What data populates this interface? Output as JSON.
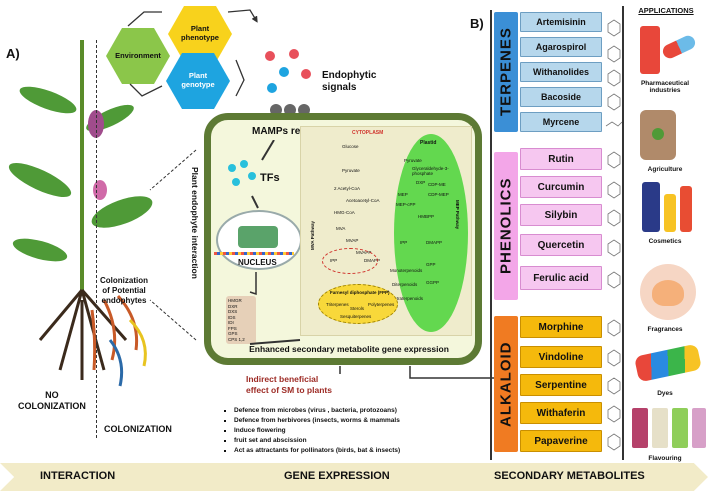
{
  "panel_a_label": "A)",
  "panel_b_label": "B)",
  "hexagons": {
    "environment": "Environment",
    "phenotype": "Plant\nphenotype",
    "genotype": "Plant\ngenotype"
  },
  "endophytic_signals": "Endophytic\nsignals",
  "mamps_receptors": "MAMPs receptors",
  "tfs": "TFs",
  "nucleus": "NUCLEUS",
  "plant_endophyte_interaction": "Plant endophyte interaction",
  "colonization_potential": "Colonization\nof Potential\nendophytes",
  "no_colonization": "NO\nCOLONIZATION",
  "colonization": "COLONIZATION",
  "enzyme_list": [
    "HMGR",
    "DXR",
    "DXS",
    "IDS",
    "IDI",
    "FPS",
    "GPS",
    "CPS 1,2"
  ],
  "cytoplasm": "CYTOPLASM",
  "plastid": "Plastid",
  "mva_pathway": "MVA Pathway",
  "mep_pathway": "MEP Pathway",
  "mva_nodes": [
    "Glucose",
    "Pyruvate",
    "2 Acetyl-CoA",
    "Acetoacetyl-CoA",
    "HMG-CoA",
    "MVA",
    "MVAP",
    "MVAPP",
    "IPP",
    "DMAPP"
  ],
  "mep_nodes": [
    "Pyruvate",
    "Glyceraldehyde-3-phosphate",
    "DXP",
    "MEP",
    "CDP-ME",
    "CDP-MEP",
    "MEP-cPP",
    "HMBPP",
    "IPP",
    "DMAPP",
    "GPP",
    "GGPP",
    "Monoterpenoids",
    "Diterpenoids",
    "Tetraterpenoids"
  ],
  "fpp": "Farnesyl diphosphate (FPP)",
  "fpp_products": [
    "Triterpenes",
    "Sterols",
    "Polyterpenes",
    "Sesquiterpenes"
  ],
  "enhanced_expression": "Enhanced secondary metabolite gene expression",
  "indirect_effect": "Indirect beneficial\neffect of SM to plants",
  "benefits": [
    "Defence from microbes (virus , bacteria, protozoans)",
    "Defence from herbivores (insects, worms & mammals",
    "Induce flowering",
    "fruit set and abscission",
    "Act as attractants for pollinators (birds, bat & insects)"
  ],
  "categories": {
    "terpenes": "TERPENES",
    "phenolics": "PHENOLICS",
    "alkaloid": "ALKALOID"
  },
  "terpenes": [
    "Artemisinin",
    "Agarospirol",
    "Withanolides",
    "Bacoside",
    "Myrcene"
  ],
  "phenolics": [
    "Rutin",
    "Curcumin",
    "Silybin",
    "Quercetin",
    "Ferulic acid"
  ],
  "alkaloids": [
    "Morphine",
    "Vindoline",
    "Serpentine",
    "Withaferin",
    "Papaverine"
  ],
  "applications_title": "APPLICATIONS",
  "applications": [
    "Pharmaceutical\nindustries",
    "Agriculture",
    "Cosmetics",
    "Fragrances",
    "Dyes",
    "Flavouring"
  ],
  "bottom_bar": {
    "interaction": "INTERACTION",
    "gene_expression": "GENE EXPRESSION",
    "secondary_metabolites": "SECONDARY METABOLITES"
  },
  "colors": {
    "cell_border": "#5d7a34",
    "cell_fill": "#f4f7dc",
    "hex_yellow": "#f8d21c",
    "hex_green": "#8bc64a",
    "hex_blue": "#1ea4e0",
    "plastid": "#63d84f",
    "bottom_bar": "#f2ebc8",
    "terpene_label": "#3b8fd6",
    "phenolic_label": "#f3a6e8",
    "alkaloid_label": "#f07b22"
  }
}
